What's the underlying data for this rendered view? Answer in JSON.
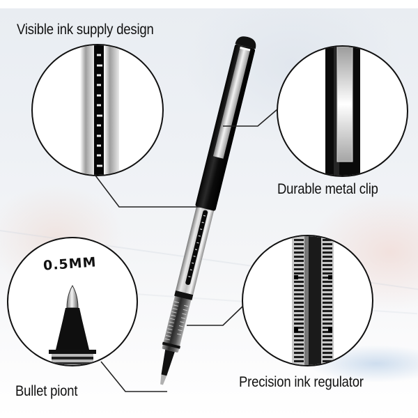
{
  "infographic": {
    "subject": "rollerball pen",
    "callouts": [
      {
        "id": "ink-supply",
        "label": "Visible ink supply design",
        "position": "top-left"
      },
      {
        "id": "metal-clip",
        "label": "Durable metal clip",
        "position": "top-right"
      },
      {
        "id": "bullet-point",
        "label": "Bullet piont",
        "tip_size": "0.5MM",
        "position": "bottom-left"
      },
      {
        "id": "ink-regulator",
        "label": "Precision ink regulator",
        "position": "bottom-right"
      }
    ]
  },
  "colors": {
    "text": "#111111",
    "callout_line": "#222222",
    "circle_border": "#111111",
    "pen_black": "#111111",
    "pen_silver": "#c8c8c8",
    "background_top": "#e9edf2",
    "background_bottom": "#ffffff"
  }
}
